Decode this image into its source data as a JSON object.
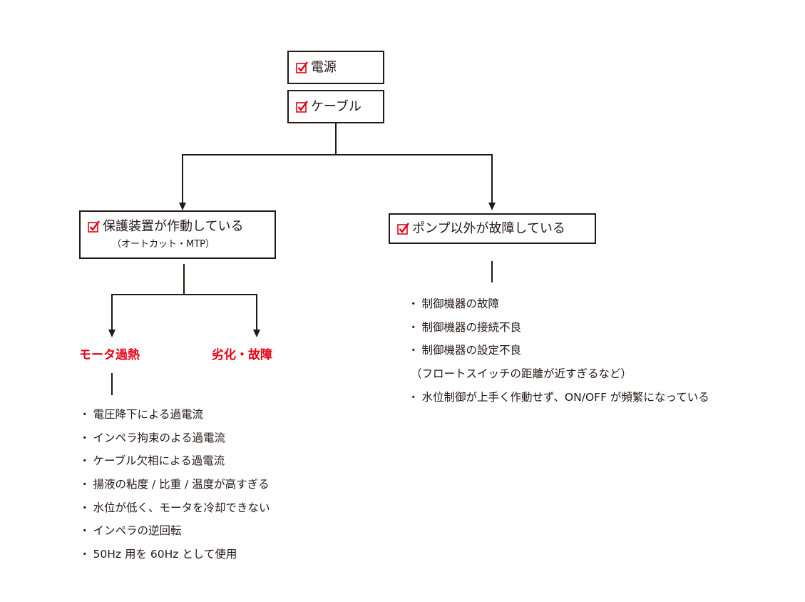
{
  "top_boxes": [
    {
      "label": "電源"
    },
    {
      "label": "ケーブル"
    }
  ],
  "left_box": {
    "label": "保護装置が作動している",
    "sub": "（オートカット・MTP）"
  },
  "right_box": {
    "label": "ポンプ以外が故障している"
  },
  "branches": {
    "overheat": "モータ過熱",
    "deterioration": "劣化・故障"
  },
  "bullet": "・",
  "overheat_causes": [
    "電圧降下による過電流",
    "インペラ拘束のよる過電流",
    "ケーブル欠相による過電流",
    "揚液の粘度 / 比重 / 温度が高すぎる",
    "水位が低く、モータを冷却できない",
    "インペラの逆回転",
    "50Hz 用を 60Hz として使用"
  ],
  "other_failures": [
    {
      "bullet": "・",
      "text": "制御機器の故障"
    },
    {
      "bullet": "・",
      "text": "制御機器の接続不良"
    },
    {
      "bullet": "・",
      "text": "制御機器の設定不良"
    },
    {
      "bullet": "",
      "text": "（フロートスイッチの距離が近すぎるなど）"
    },
    {
      "bullet": "・",
      "text": "水位制御が上手く作動せず、ON/OFF が頻繁になっている"
    }
  ],
  "colors": {
    "line": "#231815",
    "check": "#e60012",
    "highlight": "#e60012"
  },
  "icons": {
    "check": "checkbox-checked-icon",
    "arrow": "arrow-down-icon"
  }
}
